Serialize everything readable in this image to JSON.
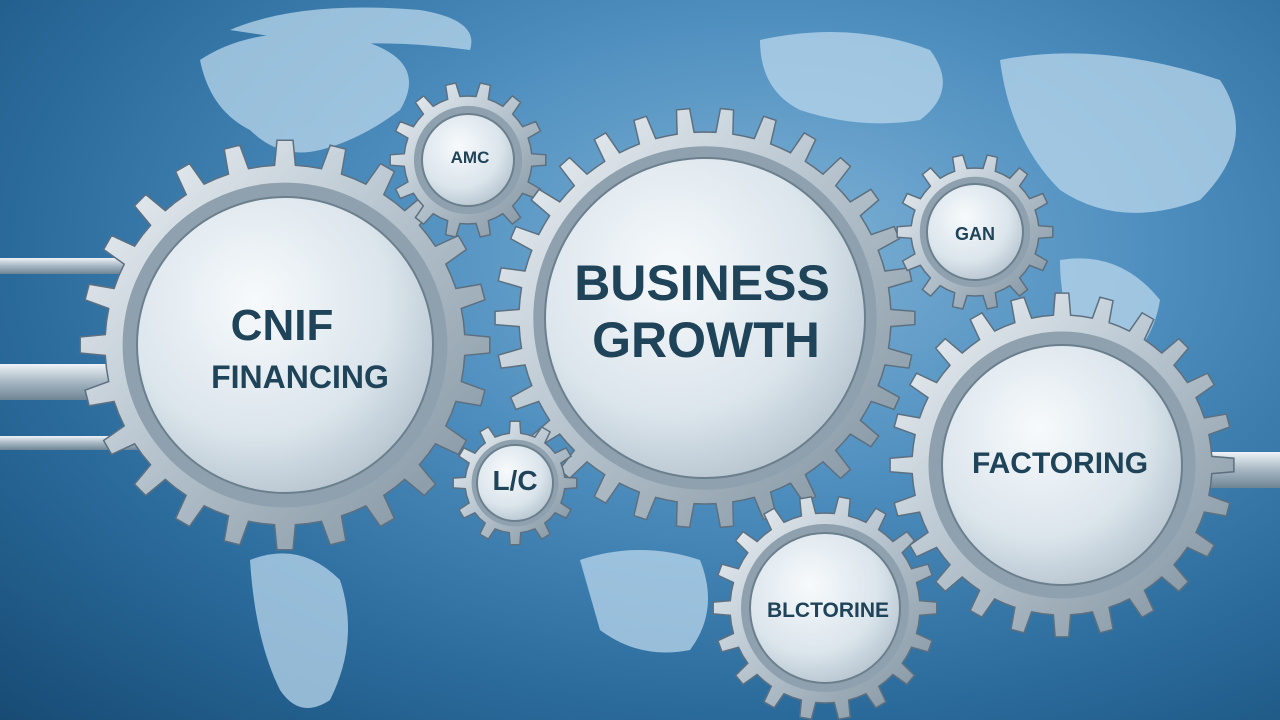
{
  "gears": {
    "financing": {
      "line1": "CNIF",
      "line2": "FINANCING"
    },
    "top_small": {
      "label": "AMC"
    },
    "center": {
      "line1": "BUSINESS",
      "line2": "GROWTH"
    },
    "top_right": {
      "label": "GAN"
    },
    "factoring": {
      "label": "FACTORING"
    },
    "lc": {
      "label": "L/C"
    },
    "bottom": {
      "label": "BLCTORINE"
    }
  },
  "colors": {
    "background": "#2a6a9b",
    "gear_metal": "#c9d3db",
    "gear_face": "#dfe8ef",
    "label_text": "#1f4358"
  },
  "icons": [
    "world-map-icon",
    "gear-icon"
  ]
}
